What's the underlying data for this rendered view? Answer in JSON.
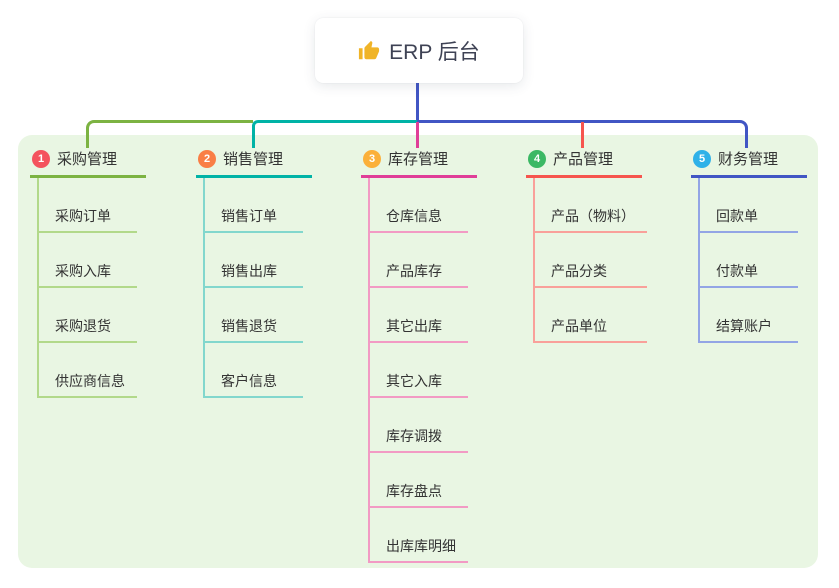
{
  "canvas": {
    "background": "#ffffff",
    "panel_background": "#e9f6e3"
  },
  "root": {
    "title": "ERP 后台",
    "icon": "thumbs-up",
    "icon_color": "#f0b427",
    "text_color": "#3e4254",
    "stem_color": "#4156c4"
  },
  "branches": [
    {
      "number": "1",
      "label": "采购管理",
      "badge_color": "#f4535e",
      "line_color": "#7cb342",
      "item_line_color": "#b2d98a",
      "items": [
        "采购订单",
        "采购入库",
        "采购退货",
        "供应商信息"
      ]
    },
    {
      "number": "2",
      "label": "销售管理",
      "badge_color": "#f97e45",
      "line_color": "#00b3a6",
      "item_line_color": "#82d7cd",
      "items": [
        "销售订单",
        "销售出库",
        "销售退货",
        "客户信息"
      ]
    },
    {
      "number": "3",
      "label": "库存管理",
      "badge_color": "#fbb03a",
      "line_color": "#e03e98",
      "item_line_color": "#f29ac4",
      "items": [
        "仓库信息",
        "产品库存",
        "其它出库",
        "其它入库",
        "库存调拨",
        "库存盘点",
        "出库库明细"
      ]
    },
    {
      "number": "4",
      "label": "产品管理",
      "badge_color": "#3bb864",
      "line_color": "#f6554e",
      "item_line_color": "#f9a09a",
      "items": [
        "产品（物料）",
        "产品分类",
        "产品单位"
      ]
    },
    {
      "number": "5",
      "label": "财务管理",
      "badge_color": "#2fb1e8",
      "line_color": "#4156c4",
      "item_line_color": "#93a5e5",
      "items": [
        "回款单",
        "付款单",
        "结算账户"
      ]
    }
  ]
}
